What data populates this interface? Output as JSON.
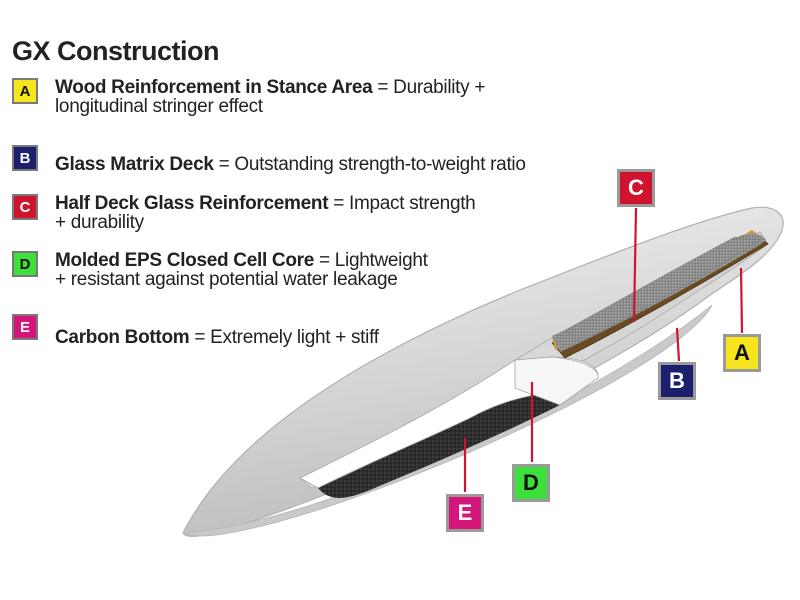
{
  "title": "GX Construction",
  "colors": {
    "A": "#f5e41e",
    "B": "#1c1e6e",
    "C": "#cf1430",
    "D": "#3de03a",
    "E": "#d4157a"
  },
  "legend": [
    {
      "letter": "A",
      "term": "Wood Reinforcement in Stance Area",
      "desc": " = Durability +",
      "desc2": "longitudinal stringer effect"
    },
    {
      "letter": "B",
      "term": "Glass Matrix Deck",
      "desc": " = Outstanding strength-to-weight ratio",
      "desc2": ""
    },
    {
      "letter": "C",
      "term": "Half Deck Glass Reinforcement",
      "desc": " = Impact strength",
      "desc2": "+ durability"
    },
    {
      "letter": "D",
      "term": "Molded EPS Closed Cell Core",
      "desc": " = Lightweight",
      "desc2": "+ resistant against potential water leakage"
    },
    {
      "letter": "E",
      "term": "Carbon Bottom",
      "desc": " = Extremely light + stiff",
      "desc2": ""
    }
  ],
  "callouts": [
    "A",
    "B",
    "C",
    "D",
    "E"
  ]
}
